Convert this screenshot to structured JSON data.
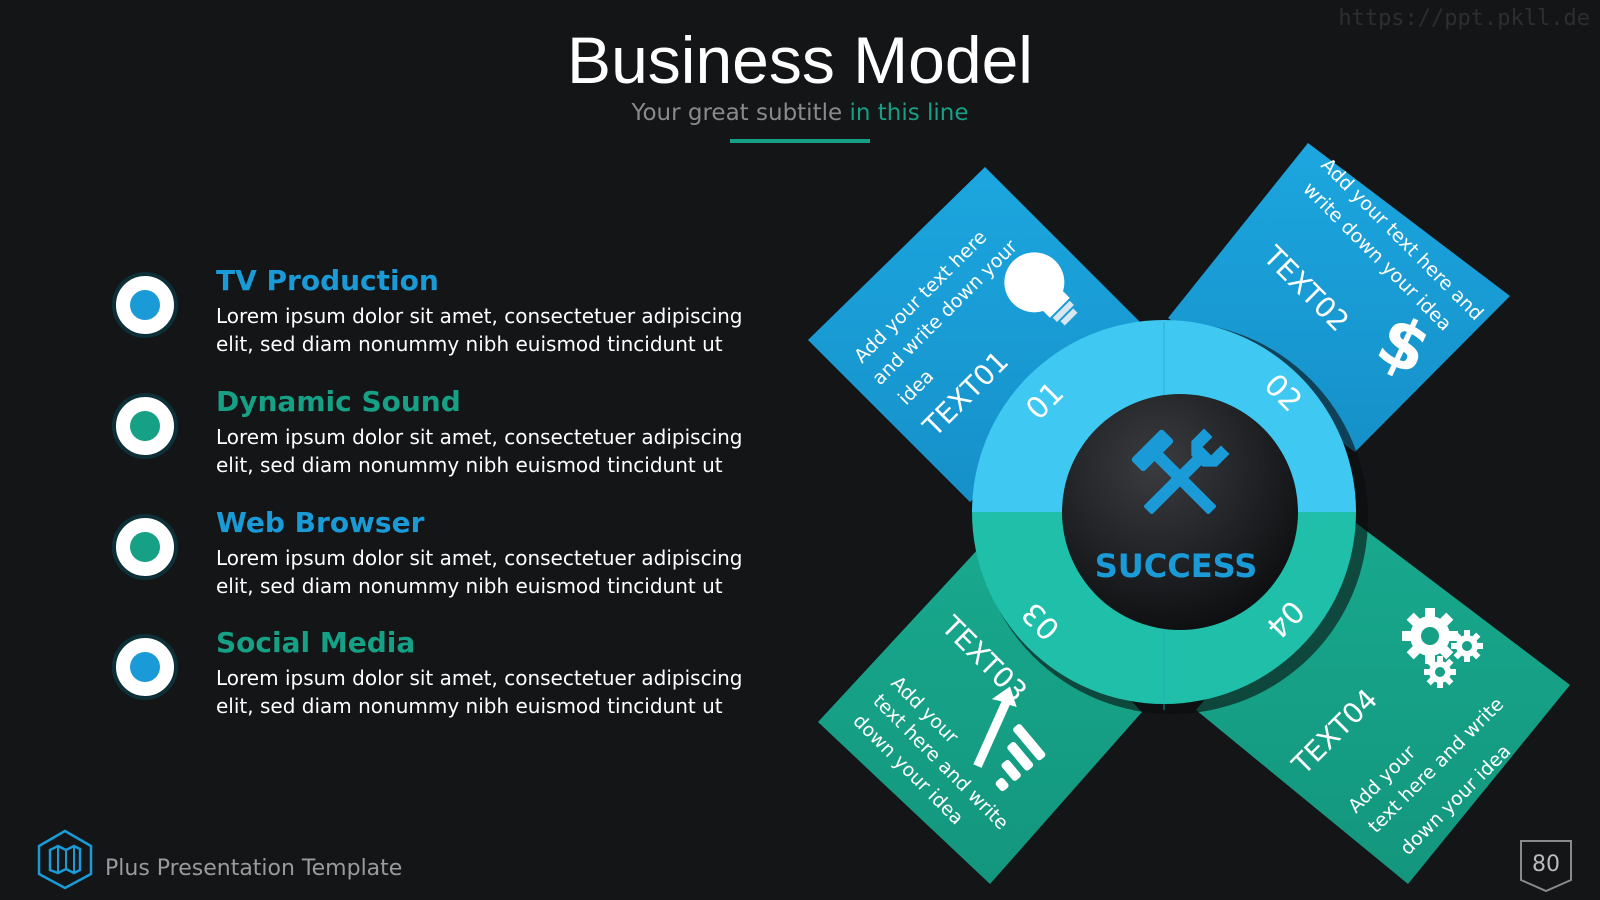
{
  "watermark": "https://ppt.pkll.de",
  "header": {
    "title": "Business Model",
    "subtitle_plain": "Your great subtitle ",
    "subtitle_accent": "in this line"
  },
  "colors": {
    "blue": "#1a9bd7",
    "teal": "#16a085",
    "ring_blue": "#3fc8f1",
    "ring_teal": "#1fbfaa",
    "background": "#141517"
  },
  "list_items": [
    {
      "title": "TV Production",
      "text": "Lorem ipsum dolor sit amet, consectetuer adipiscing elit, sed diam nonummy nibh euismod tincidunt ut",
      "color": "#1a9bd7"
    },
    {
      "title": "Dynamic Sound",
      "text": "Lorem ipsum dolor sit amet, consectetuer adipiscing elit, sed diam nonummy nibh euismod tincidunt ut",
      "color": "#16a085"
    },
    {
      "title": "Web Browser",
      "text": "Lorem ipsum dolor sit amet, consectetuer adipiscing elit, sed diam nonummy nibh euismod tincidunt ut",
      "color": "#1a9bd7"
    },
    {
      "title": "Social Media",
      "text": "Lorem ipsum dolor sit amet, consectetuer adipiscing elit, sed diam nonummy nibh euismod tincidunt ut",
      "color": "#16a085"
    }
  ],
  "diagram": {
    "center_label": "SUCCESS",
    "center_icon": "hammer-wrench-icon",
    "segments": [
      {
        "number": "01",
        "label": "TEXT01",
        "text_line1": "Add your text here",
        "text_line2": "and write down your",
        "text_line3": "idea",
        "icon": "lightbulb-icon"
      },
      {
        "number": "02",
        "label": "TEXT02",
        "text_line1": "Add your text here and",
        "text_line2": "write down your idea",
        "icon": "dollar-icon"
      },
      {
        "number": "03",
        "label": "TEXT03",
        "text_line1": "Add your",
        "text_line2": "text here and write",
        "text_line3": "down your idea",
        "icon": "growth-chart-icon"
      },
      {
        "number": "04",
        "label": "TEXT04",
        "text_line1": "Add your",
        "text_line2": "text here and write",
        "text_line3": "down your idea",
        "icon": "gears-icon"
      }
    ]
  },
  "footer": {
    "brand": "Plus Presentation Template",
    "logo_icon": "map-icon",
    "page_number": "80"
  }
}
